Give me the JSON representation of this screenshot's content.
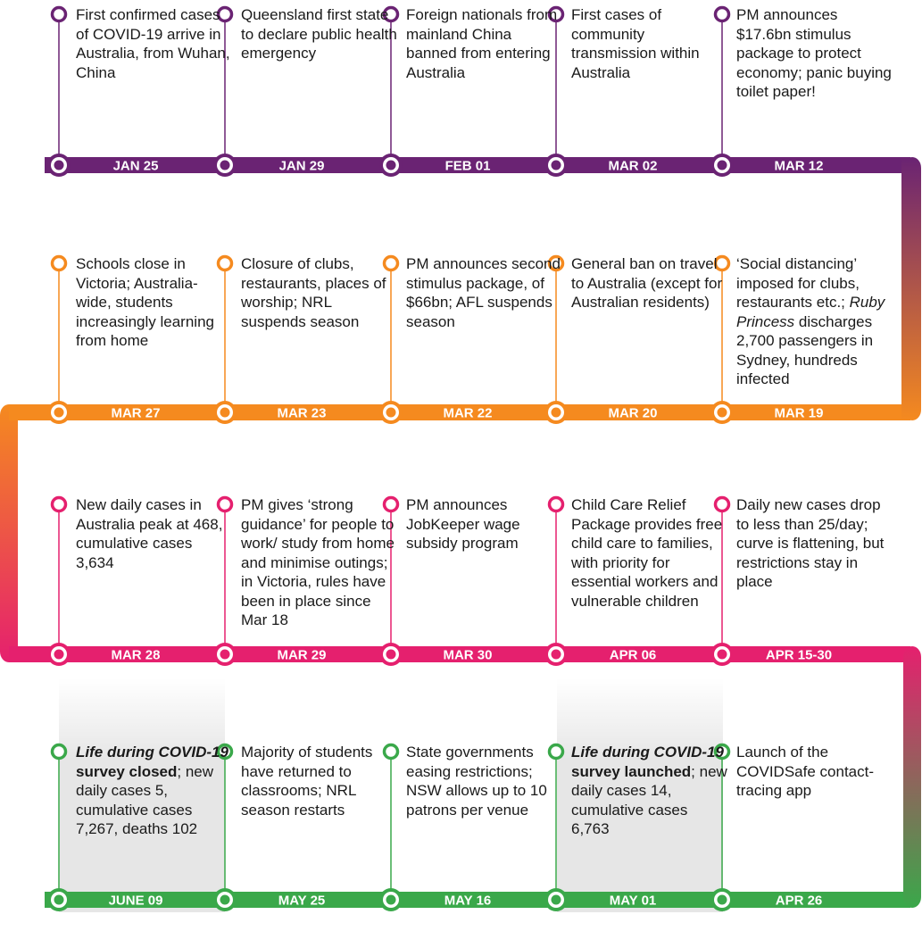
{
  "rows": [
    {
      "row": 1,
      "color": "#6a2373",
      "events": [
        {
          "date": "JAN 25",
          "text": "First confirmed cases of COVID-19 arrive in Australia, from Wuhan, China"
        },
        {
          "date": "JAN 29",
          "text": "Queensland first state to declare public health emergency"
        },
        {
          "date": "FEB 01",
          "text": "Foreign nationals from mainland China banned from entering Australia"
        },
        {
          "date": "MAR 02",
          "text": "First cases of community transmission within Australia"
        },
        {
          "date": "MAR 12",
          "text": "PM announces $17.6bn stimulus package to protect economy; panic buying toilet paper!"
        }
      ]
    },
    {
      "row": 2,
      "color": "#f58a1f",
      "events": [
        {
          "date": "MAR 27",
          "text": "Schools close in Victoria; Australia-wide, students increasingly learning from home"
        },
        {
          "date": "MAR 23",
          "text": "Closure of clubs, restaurants, places of worship; NRL suspends season"
        },
        {
          "date": "MAR 22",
          "text": "PM announces second stimulus package, of $66bn; AFL suspends season"
        },
        {
          "date": "MAR 20",
          "text": "General ban on travel to Australia (except for Australian residents)"
        },
        {
          "date": "MAR 19",
          "text_before": "‘Social distancing’ imposed for clubs, restaurants etc.; ",
          "text_em": "Ruby Princess",
          "text_after": " discharges 2,700 passengers in Sydney, hundreds infected"
        }
      ]
    },
    {
      "row": 3,
      "color": "#e5206e",
      "events": [
        {
          "date": "MAR 28",
          "text": "New daily cases in Australia peak at 468, cumulative cases 3,634"
        },
        {
          "date": "MAR 29",
          "text": "PM gives ‘strong guidance’ for people to work/ study from home and minimise outings; in Victoria, rules have been in place since Mar 18"
        },
        {
          "date": "MAR 30",
          "text": "PM announces JobKeeper wage subsidy program"
        },
        {
          "date": "APR 06",
          "text": "Child Care Relief Package provides free child care to families, with priority for essential workers and vulnerable children"
        },
        {
          "date": "APR 15-30",
          "text": "Daily new cases drop to less than 25/day; curve is flattening, but restrictions stay in place"
        }
      ]
    },
    {
      "row": 4,
      "color": "#3aa84a",
      "events": [
        {
          "date": "JUNE 09",
          "text_em": "Life during COVID-19",
          "text_bold": " survey closed",
          "text_after": "; new daily cases 5, cumulative cases 7,267, deaths 102",
          "shaded": true
        },
        {
          "date": "MAY 25",
          "text": "Majority of students have returned to classrooms; NRL season restarts"
        },
        {
          "date": "MAY 16",
          "text": "State governments easing restrictions; NSW allows up to 10 patrons per venue"
        },
        {
          "date": "MAY 01",
          "text_em": "Life during COVID-19",
          "text_bold": " survey launched",
          "text_after": "; new daily cases 14, cumulative cases 6,763",
          "shaded": true
        },
        {
          "date": "APR 26",
          "text": "Launch of the COVIDSafe contact-tracing app"
        }
      ]
    }
  ]
}
